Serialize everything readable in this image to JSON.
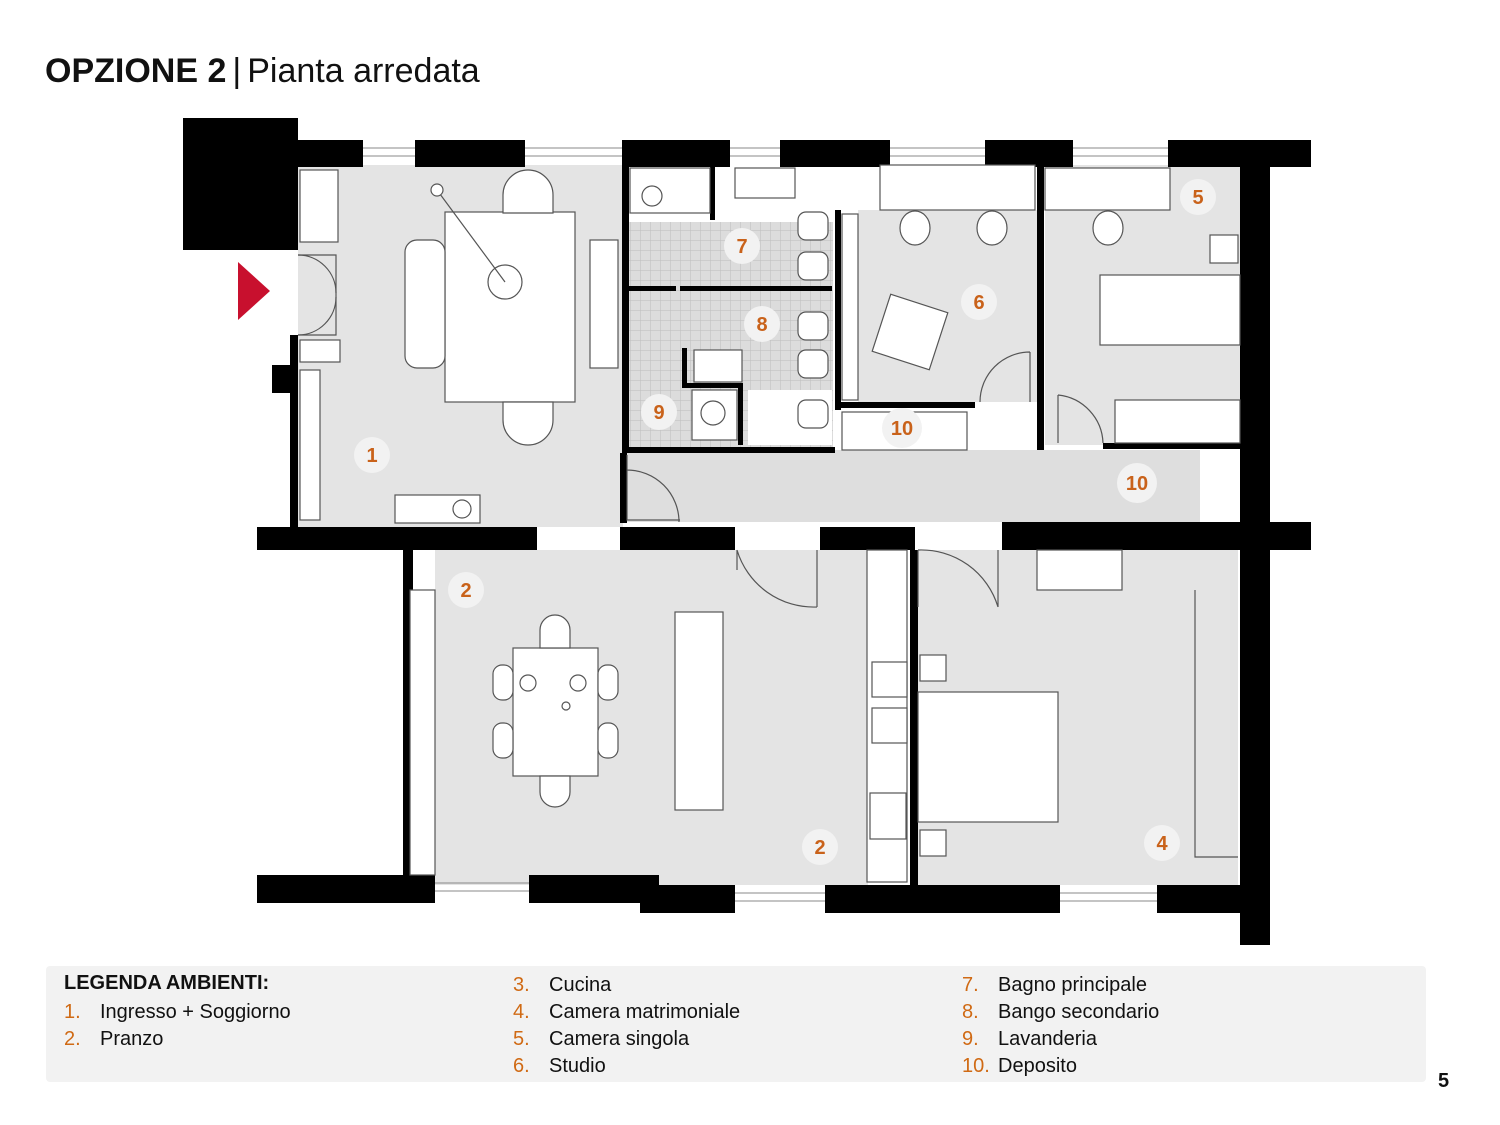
{
  "header": {
    "title_bold": "OPZIONE 2",
    "separator": "|",
    "title_regular": "Pianta arredata"
  },
  "plan": {
    "room_labels": [
      "1",
      "2",
      "2",
      "4",
      "5",
      "6",
      "7",
      "8",
      "9",
      "10",
      "10"
    ],
    "accent_color": "#c9621a",
    "entrance_marker_color": "#c8102e",
    "floor_color": "#e4e4e4",
    "wall_color": "#000000"
  },
  "legend": {
    "title": "LEGENDA AMBIENTI:",
    "items": [
      {
        "num": "1.",
        "label": "Ingresso + Soggiorno"
      },
      {
        "num": "2.",
        "label": "Pranzo"
      },
      {
        "num": "3.",
        "label": "Cucina"
      },
      {
        "num": "4.",
        "label": "Camera matrimoniale"
      },
      {
        "num": "5.",
        "label": "Camera singola"
      },
      {
        "num": "6.",
        "label": "Studio"
      },
      {
        "num": "7.",
        "label": "Bagno principale"
      },
      {
        "num": "8.",
        "label": "Bango secondario"
      },
      {
        "num": "9.",
        "label": "Lavanderia"
      },
      {
        "num": "10.",
        "label": "Deposito"
      }
    ]
  },
  "page_number": "5"
}
